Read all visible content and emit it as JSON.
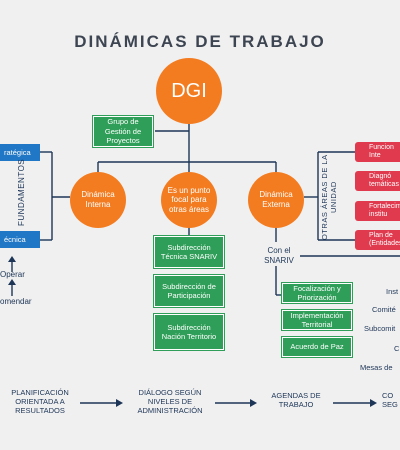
{
  "title": "DINÁMICAS DE TRABAJO",
  "dgi": "DGI",
  "grupo": "Grupo de Gestión de Proyectos",
  "dinamica_interna": "Dinámica Interna",
  "punto_focal": "Es un punto focal para otras áreas",
  "dinamica_externa": "Dinámica Externa",
  "left": {
    "top_box": "ratégica",
    "bottom_box": "écnica",
    "vertical_label": "FUNDAMENTOS",
    "operar": "Operar",
    "recomendar": "omendar"
  },
  "center_boxes": [
    "Subdirección Técnica SNARIV",
    "Subdirección de Participación",
    "Subdirección Nación Territorio"
  ],
  "externa": {
    "con_snariv": "Con el SNARIV",
    "otras_areas": "OTRAS ÁREAS DE LA UNIDAD",
    "red_boxes": [
      "Funcion Inte",
      "Diagnó temáticas",
      "Fortalecim institu",
      "Plan de (Entidades"
    ],
    "green_boxes": [
      "Focalización y Priorización",
      "Implementación Territorial",
      "Acuerdo de Paz"
    ],
    "right_labels": [
      "Inst",
      "Comité",
      "Subcomit",
      "C",
      "Mesas de"
    ]
  },
  "flow": [
    "PLANIFICACIÓN ORIENTADA A RESULTADOS",
    "DIÁLOGO SEGÚN NIVELES DE ADMINISTRACIÓN",
    "AGENDAS DE TRABAJO",
    "CO SEG"
  ],
  "colors": {
    "orange": "#f47c20",
    "green": "#2e9e58",
    "blue": "#1f77c5",
    "red": "#e03a4e",
    "line": "#1d3557"
  }
}
